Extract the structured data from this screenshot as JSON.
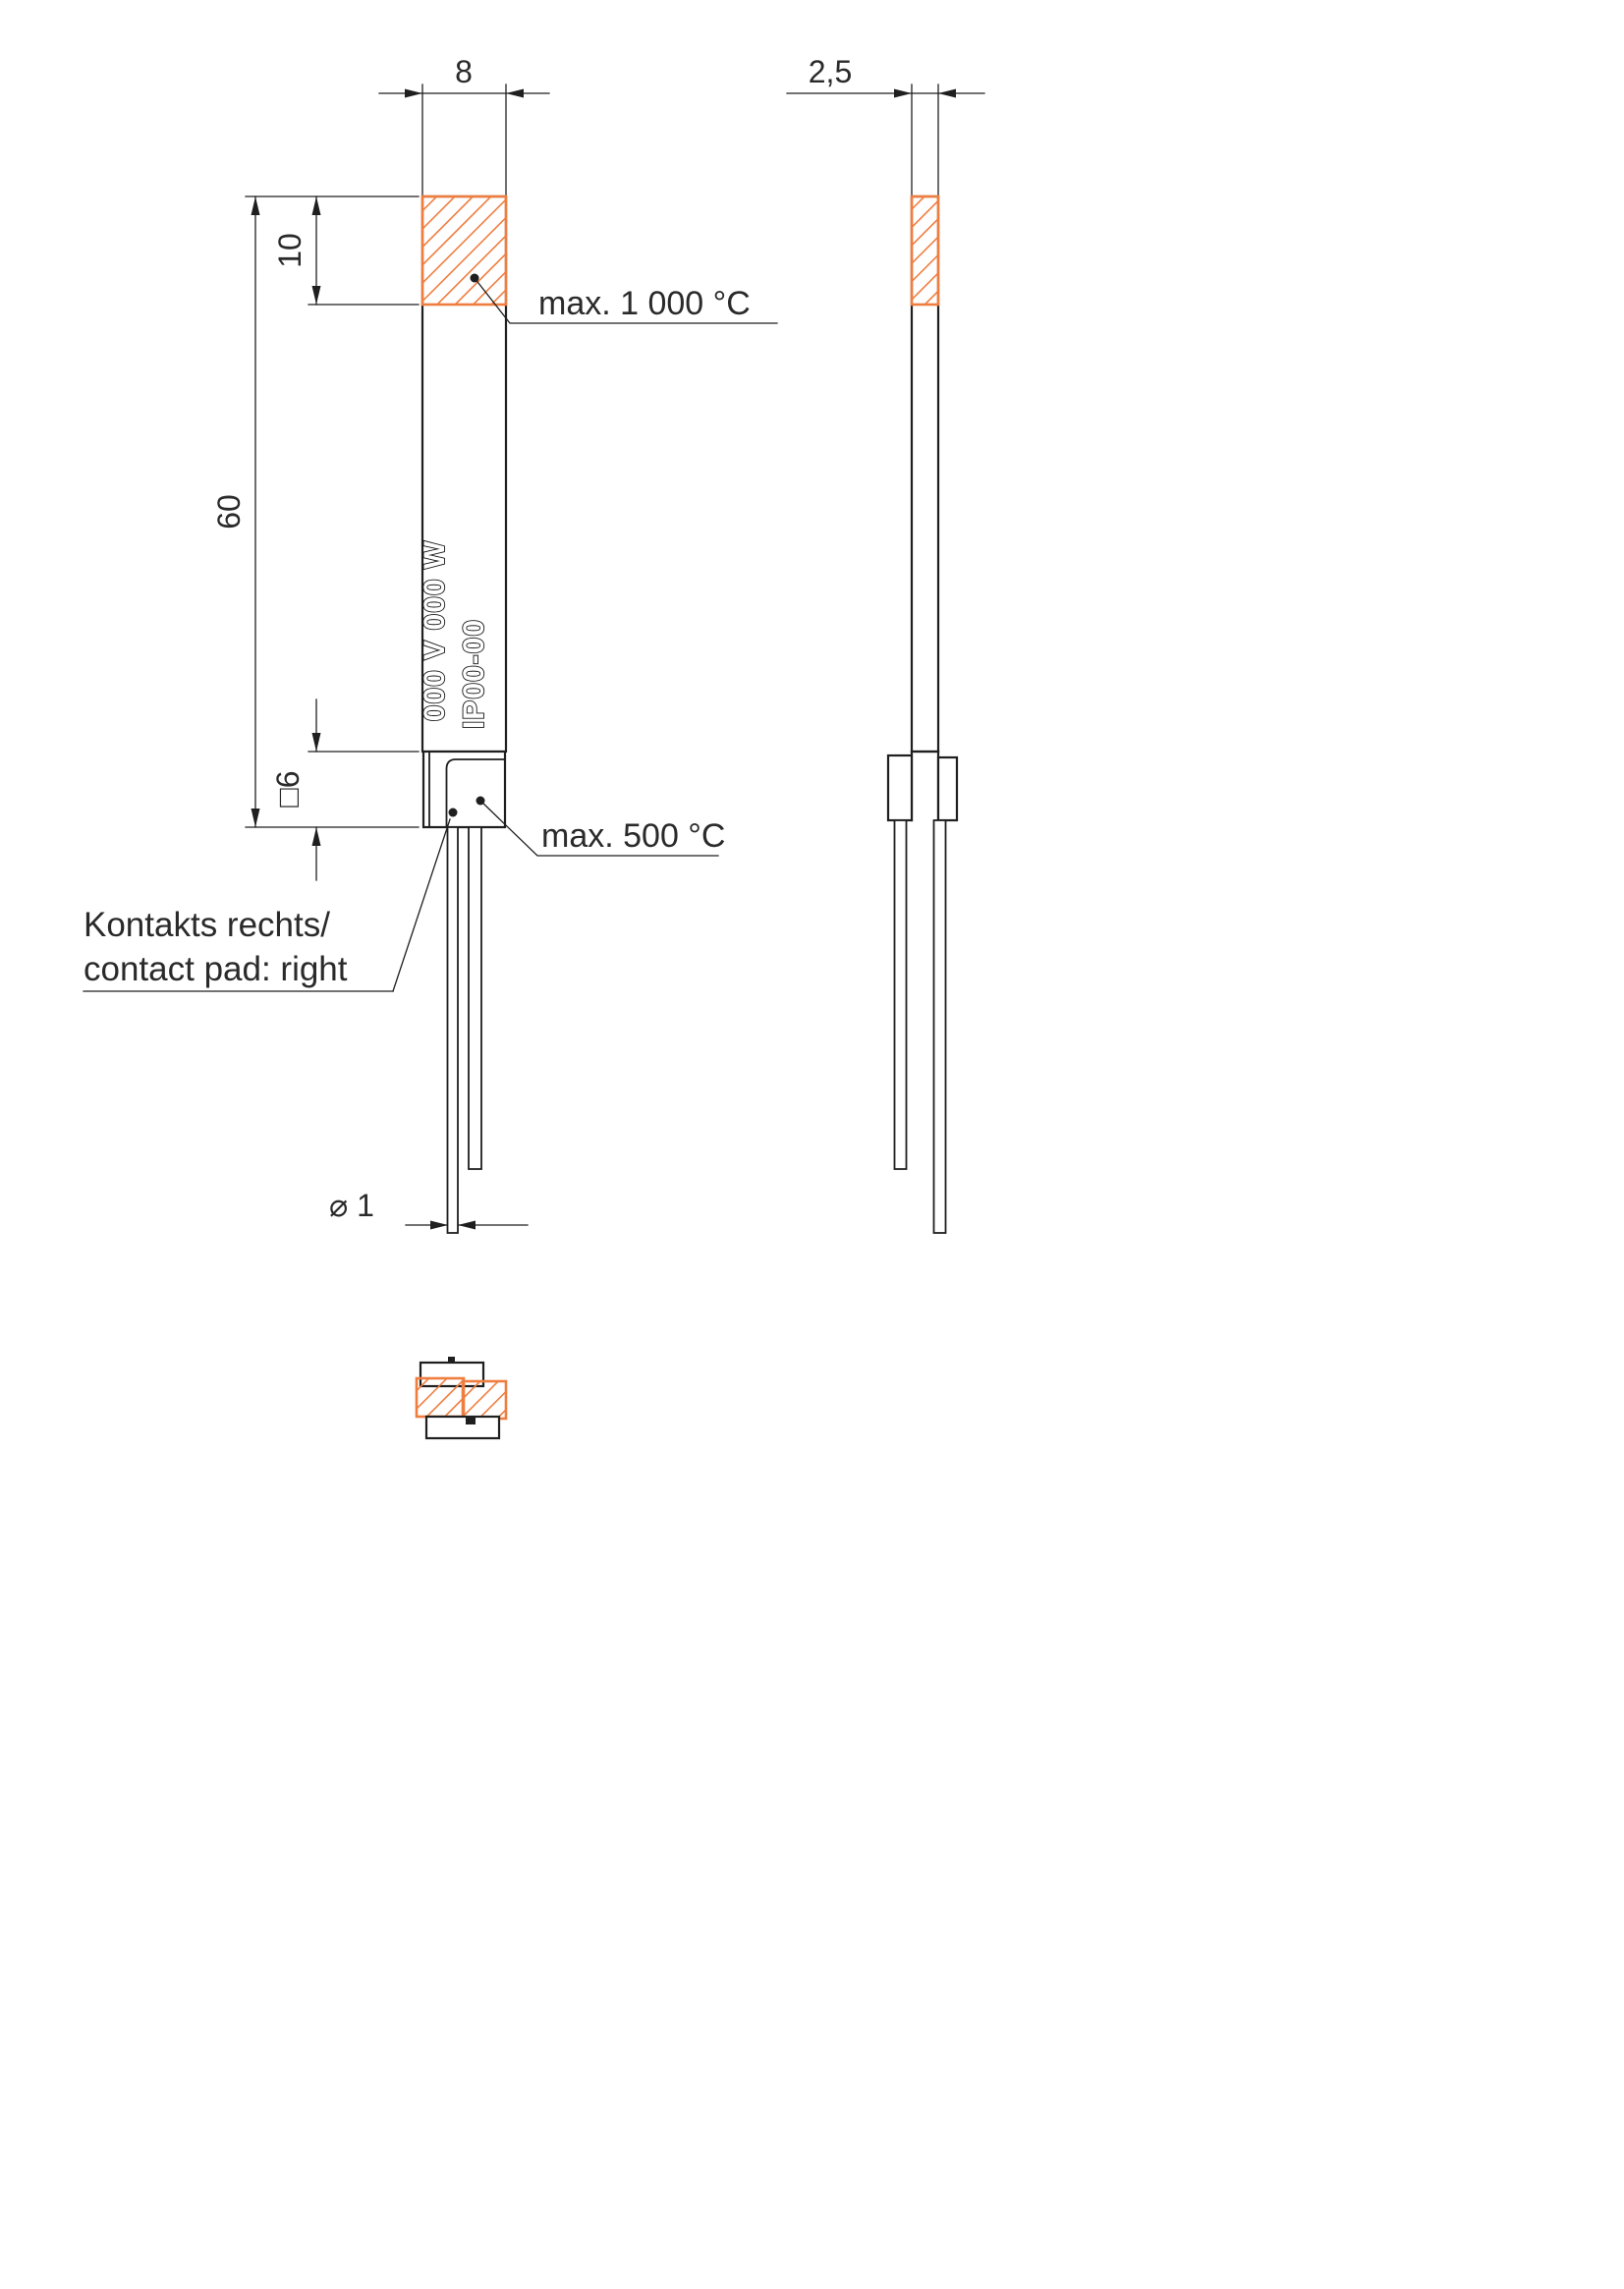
{
  "colors": {
    "hatch_orange": "#ee7d3f",
    "line_black": "#1f1f1f"
  },
  "dimensions": {
    "front_width": "8",
    "side_thickness": "2,5",
    "hot_zone_length": "10",
    "body_length": "60",
    "contact_square": "□6",
    "wire_diameter": "⌀ 1"
  },
  "labels": {
    "max_temp_top": "max. 1 000 °C",
    "max_temp_contact": "max. 500 °C",
    "contact_note_de": "Kontakts rechts/",
    "contact_note_en": "contact pad: right"
  },
  "marking": {
    "line1": "000 V 000 W",
    "line2": "IP00-00"
  }
}
